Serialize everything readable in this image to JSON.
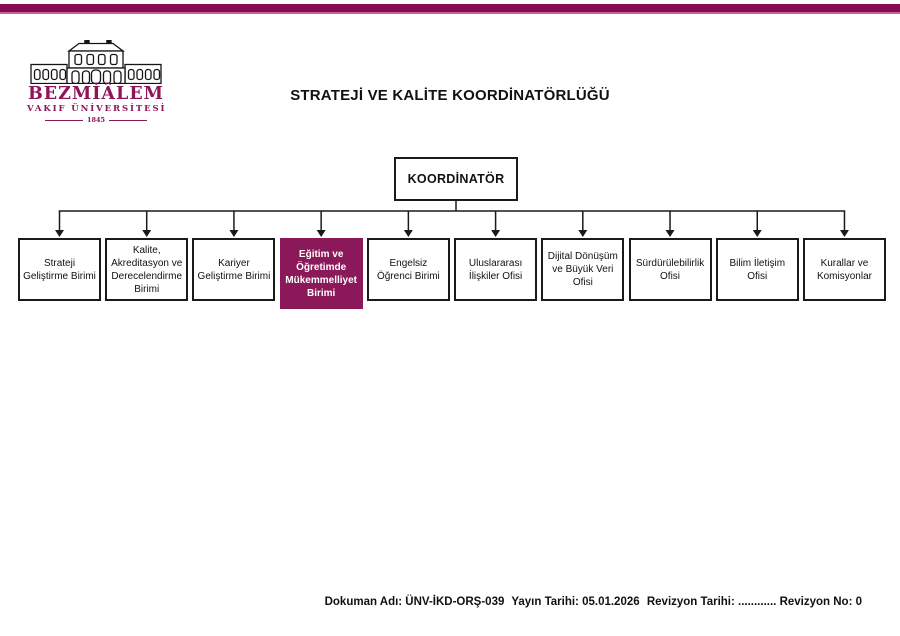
{
  "colors": {
    "brand": "#8E1558",
    "header_bar": "#870C55",
    "header_bar_accent": "#BE659C",
    "highlight_bg": "#8B1858",
    "highlight_text": "#FFFFFF",
    "ink": "#1A1A1A"
  },
  "logo": {
    "name": "BEZMİÂLEM",
    "subtitle": "VAKIF ÜNİVERSİTESİ",
    "year": "1845",
    "building_icon": "university-building-icon"
  },
  "header": {
    "title": "STRATEJİ VE KALİTE KOORDİNATÖRLÜĞÜ"
  },
  "chart": {
    "type": "org-chart",
    "coordinator": "KOORDİNATÖR",
    "units": [
      {
        "label": "Strateji Geliştirme Birimi",
        "highlighted": false
      },
      {
        "label": "Kalite, Akreditasyon ve Derecelendirme Birimi",
        "highlighted": false
      },
      {
        "label": "Kariyer Geliştirme Birimi",
        "highlighted": false
      },
      {
        "label": "Eğitim ve Öğretimde Mükemmelliyet Birimi",
        "highlighted": true
      },
      {
        "label": "Engelsiz Öğrenci Birimi",
        "highlighted": false
      },
      {
        "label": "Uluslararası İlişkiler Ofisi",
        "highlighted": false
      },
      {
        "label": "Dijital Dönüşüm ve Büyük Veri Ofisi",
        "highlighted": false
      },
      {
        "label": "Sürdürülebilirlik Ofisi",
        "highlighted": false
      },
      {
        "label": "Bilim İletişim Ofisi",
        "highlighted": false
      },
      {
        "label": "Kurallar ve Komisyonlar",
        "highlighted": false
      }
    ]
  },
  "footer": {
    "document": "Dokuman Adı: ÜNV-İKD-ORŞ-039",
    "issue": "Yayın Tarihi: 05.01.2026",
    "revision_date": "Revizyon Tarihi: ............",
    "revision_no": "Revizyon No: 0"
  }
}
